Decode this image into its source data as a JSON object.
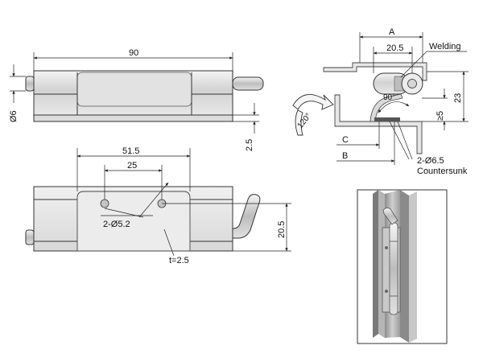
{
  "top_view": {
    "length": "90",
    "pin_diameter": "Ø6",
    "offset": "2.5"
  },
  "front_view": {
    "distance_a": "51.5",
    "distance_b": "25",
    "hole_label": "2-Ø5.2",
    "height": "20.5",
    "thickness": "t=2.5"
  },
  "side_view": {
    "dim_a": "A",
    "dim_b": "B",
    "dim_c": "C",
    "width": "20.5",
    "welding_label": "Welding",
    "hinge_angle": "90°",
    "open_angle": "120°",
    "gap": "≥5",
    "height": "23",
    "countersunk_holes": "2-Ø6.5",
    "countersunk_label": "Countersunk"
  },
  "colors": {
    "metal_light": "#ececec",
    "metal_mid": "#cfcfcf",
    "metal_dark": "#9a9a9a",
    "line": "#222222"
  }
}
